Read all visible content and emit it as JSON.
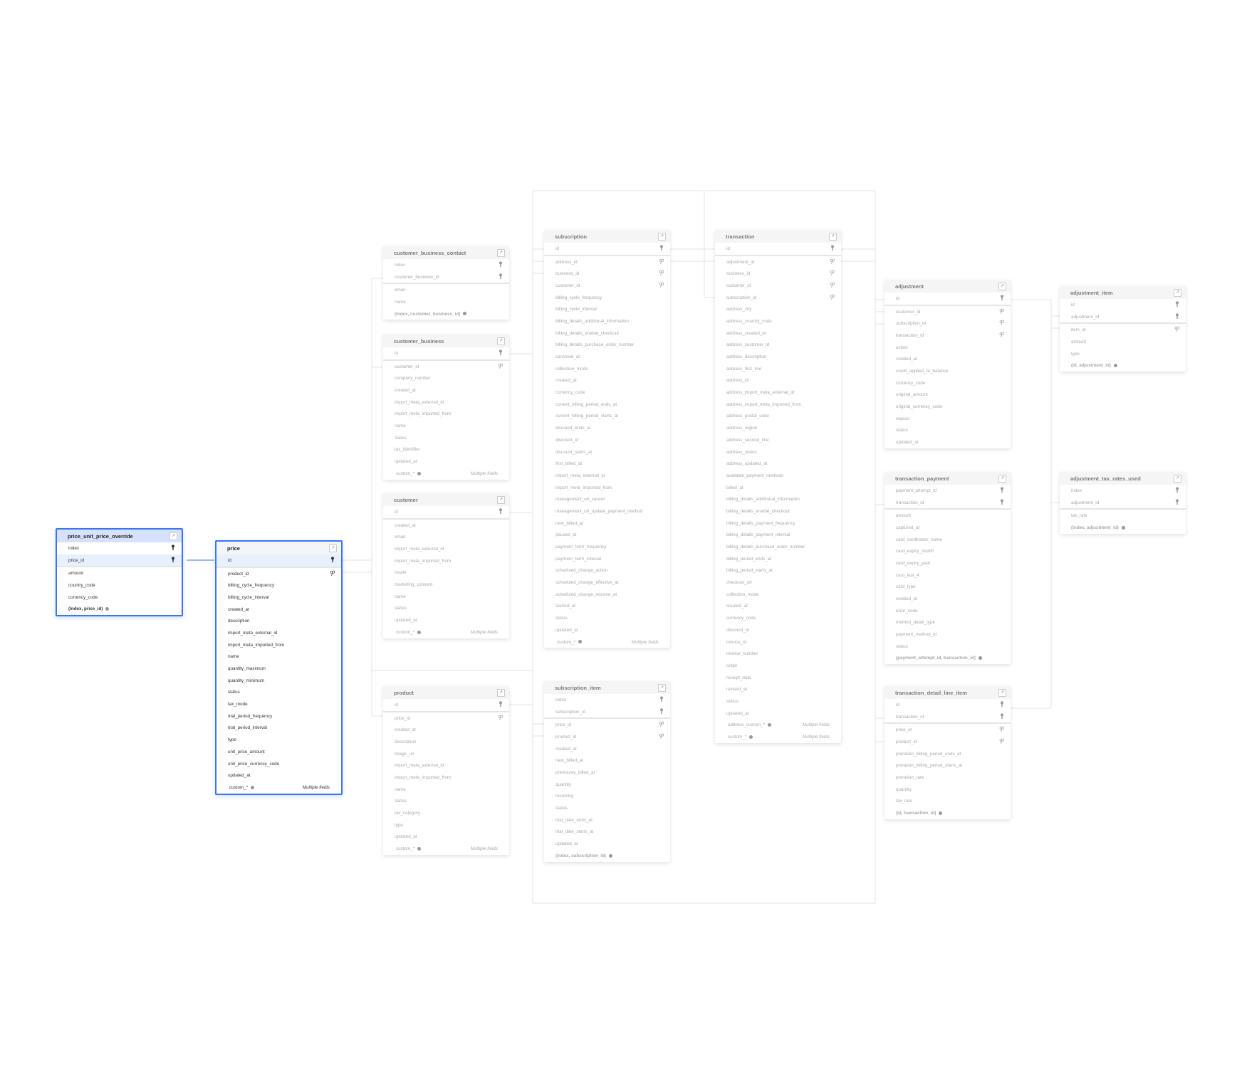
{
  "tables": [
    {
      "name": "price_unit_price_override",
      "selected": true,
      "primary": true,
      "highlight": "price_id",
      "pk": [
        "index",
        "price_id"
      ],
      "fk": [],
      "fields": [
        "amount",
        "country_code",
        "currency_code"
      ],
      "footers": [
        {
          "type": "composite",
          "label": "(index, price_id)"
        }
      ]
    },
    {
      "name": "price",
      "selected": true,
      "highlight": "id",
      "pk": [
        "id"
      ],
      "fk": [
        "product_id"
      ],
      "fields": [
        "billing_cycle_frequency",
        "billing_cycle_interval",
        "created_at",
        "description",
        "import_meta_external_id",
        "import_meta_imported_from",
        "name",
        "quantity_maximum",
        "quantity_minimum",
        "status",
        "tax_mode",
        "trial_period_frequency",
        "trial_period_interval",
        "type",
        "unit_price_amount",
        "unit_price_currency_code",
        "updated_at"
      ],
      "footers": [
        {
          "type": "custom",
          "label": "custom_*",
          "note": "Multiple fields"
        }
      ]
    },
    {
      "name": "customer_business_contact",
      "pk": [
        "index",
        "customer_business_id"
      ],
      "fk": [],
      "fields": [
        "email",
        "name"
      ],
      "footers": [
        {
          "type": "composite",
          "label": "(index, customer_business_id)"
        }
      ]
    },
    {
      "name": "customer_business",
      "pk": [
        "id"
      ],
      "fk": [
        "customer_id"
      ],
      "fields": [
        "company_number",
        "created_at",
        "import_meta_external_id",
        "import_meta_imported_from",
        "name",
        "status",
        "tax_identifier",
        "updated_at"
      ],
      "footers": [
        {
          "type": "custom",
          "label": "custom_*",
          "note": "Multiple fields"
        }
      ]
    },
    {
      "name": "customer",
      "pk": [
        "id"
      ],
      "fk": [],
      "fields": [
        "created_at",
        "email",
        "import_meta_external_id",
        "import_meta_imported_from",
        "locale",
        "marketing_consent",
        "name",
        "status",
        "updated_at"
      ],
      "footers": [
        {
          "type": "custom",
          "label": "custom_*",
          "note": "Multiple fields"
        }
      ]
    },
    {
      "name": "product",
      "pk": [
        "id"
      ],
      "fk": [
        "price_id"
      ],
      "fields": [
        "created_at",
        "description",
        "image_url",
        "import_meta_external_id",
        "import_meta_imported_from",
        "name",
        "status",
        "tax_category",
        "type",
        "updated_at"
      ],
      "footers": [
        {
          "type": "custom",
          "label": "custom_*",
          "note": "Multiple fields"
        }
      ]
    },
    {
      "name": "subscription",
      "pk": [
        "id"
      ],
      "fk": [
        "address_id",
        "business_id",
        "customer_id"
      ],
      "fields": [
        "billing_cycle_frequency",
        "billing_cycle_interval",
        "billing_details_additional_information",
        "billing_details_enable_checkout",
        "billing_details_purchase_order_number",
        "canceled_at",
        "collection_mode",
        "created_at",
        "currency_code",
        "current_billing_period_ends_at",
        "current_billing_period_starts_at",
        "discount_ends_at",
        "discount_id",
        "discount_starts_at",
        "first_billed_at",
        "import_meta_external_id",
        "import_meta_imported_from",
        "management_url_cancel",
        "management_url_update_payment_method",
        "next_billed_at",
        "paused_at",
        "payment_term_frequency",
        "payment_term_interval",
        "scheduled_change_action",
        "scheduled_change_effective_at",
        "scheduled_change_resume_at",
        "started_at",
        "status",
        "updated_at"
      ],
      "footers": [
        {
          "type": "custom",
          "label": "custom_*",
          "note": "Multiple fields"
        }
      ]
    },
    {
      "name": "subscription_item",
      "pk": [
        "index",
        "subscription_id"
      ],
      "fk": [
        "price_id",
        "product_id"
      ],
      "fields": [
        "created_at",
        "next_billed_at",
        "previously_billed_at",
        "quantity",
        "recurring",
        "status",
        "trial_date_ends_at",
        "trial_date_starts_at",
        "updated_at"
      ],
      "footers": [
        {
          "type": "composite",
          "label": "(index, subscription_id)"
        }
      ]
    },
    {
      "name": "transaction",
      "pk": [
        "id"
      ],
      "fk": [
        "adjustment_id",
        "business_id",
        "customer_id",
        "subscription_id"
      ],
      "fields": [
        "address_city",
        "address_country_code",
        "address_created_at",
        "address_customer_id",
        "address_description",
        "address_first_line",
        "address_id",
        "address_import_meta_external_id",
        "address_import_meta_imported_from",
        "address_postal_code",
        "address_region",
        "address_second_line",
        "address_status",
        "address_updated_at",
        "available_payment_methods",
        "billed_at",
        "billing_details_additional_information",
        "billing_details_enable_checkout",
        "billing_details_payment_frequency",
        "billing_details_payment_interval",
        "billing_details_purchase_order_number",
        "billing_period_ends_at",
        "billing_period_starts_at",
        "checkout_url",
        "collection_mode",
        "created_at",
        "currency_code",
        "discount_id",
        "invoice_id",
        "invoice_number",
        "origin",
        "receipt_data",
        "revised_at",
        "status",
        "updated_at"
      ],
      "footers": [
        {
          "type": "custom",
          "label": "address_custom_*",
          "note": "Multiple fields"
        },
        {
          "type": "custom",
          "label": "custom_*",
          "note": "Multiple fields"
        }
      ]
    },
    {
      "name": "adjustment",
      "pk": [
        "id"
      ],
      "fk": [
        "customer_id",
        "subscription_id",
        "transaction_id"
      ],
      "fields": [
        "action",
        "created_at",
        "credit_applied_to_balance",
        "currency_code",
        "original_amount",
        "original_currency_code",
        "reason",
        "status",
        "updated_at"
      ],
      "footers": []
    },
    {
      "name": "adjustment_item",
      "pk": [
        "id",
        "adjustment_id"
      ],
      "fk": [
        "item_id"
      ],
      "fields": [
        "amount",
        "type"
      ],
      "footers": [
        {
          "type": "composite",
          "label": "(id, adjustment_id)"
        }
      ]
    },
    {
      "name": "transaction_payment",
      "pk": [
        "payment_attempt_id",
        "transaction_id"
      ],
      "fk": [],
      "fields": [
        "amount",
        "captured_at",
        "card_cardholder_name",
        "card_expiry_month",
        "card_expiry_year",
        "card_last_4",
        "card_type",
        "created_at",
        "error_code",
        "method_detail_type",
        "payment_method_id",
        "status"
      ],
      "footers": [
        {
          "type": "composite",
          "label": "(payment_attempt_id, transaction_id)"
        }
      ]
    },
    {
      "name": "adjustment_tax_rates_used",
      "pk": [
        "index",
        "adjustment_id"
      ],
      "fk": [],
      "fields": [
        "tax_rate"
      ],
      "footers": [
        {
          "type": "composite",
          "label": "(index, adjustment_id)"
        }
      ]
    },
    {
      "name": "transaction_detail_line_item",
      "pk": [
        "id",
        "transaction_id"
      ],
      "fk": [
        "price_id",
        "product_id"
      ],
      "fields": [
        "proration_billing_period_ends_at",
        "proration_billing_period_starts_at",
        "proration_rate",
        "quantity",
        "tax_rate"
      ],
      "footers": [
        {
          "type": "composite",
          "label": "(id, transaction_id)"
        }
      ]
    }
  ],
  "colors": {
    "selected_border": "#3b76ef",
    "connector": "#e3e3e3",
    "selected_connector": "#7fa3f0"
  }
}
